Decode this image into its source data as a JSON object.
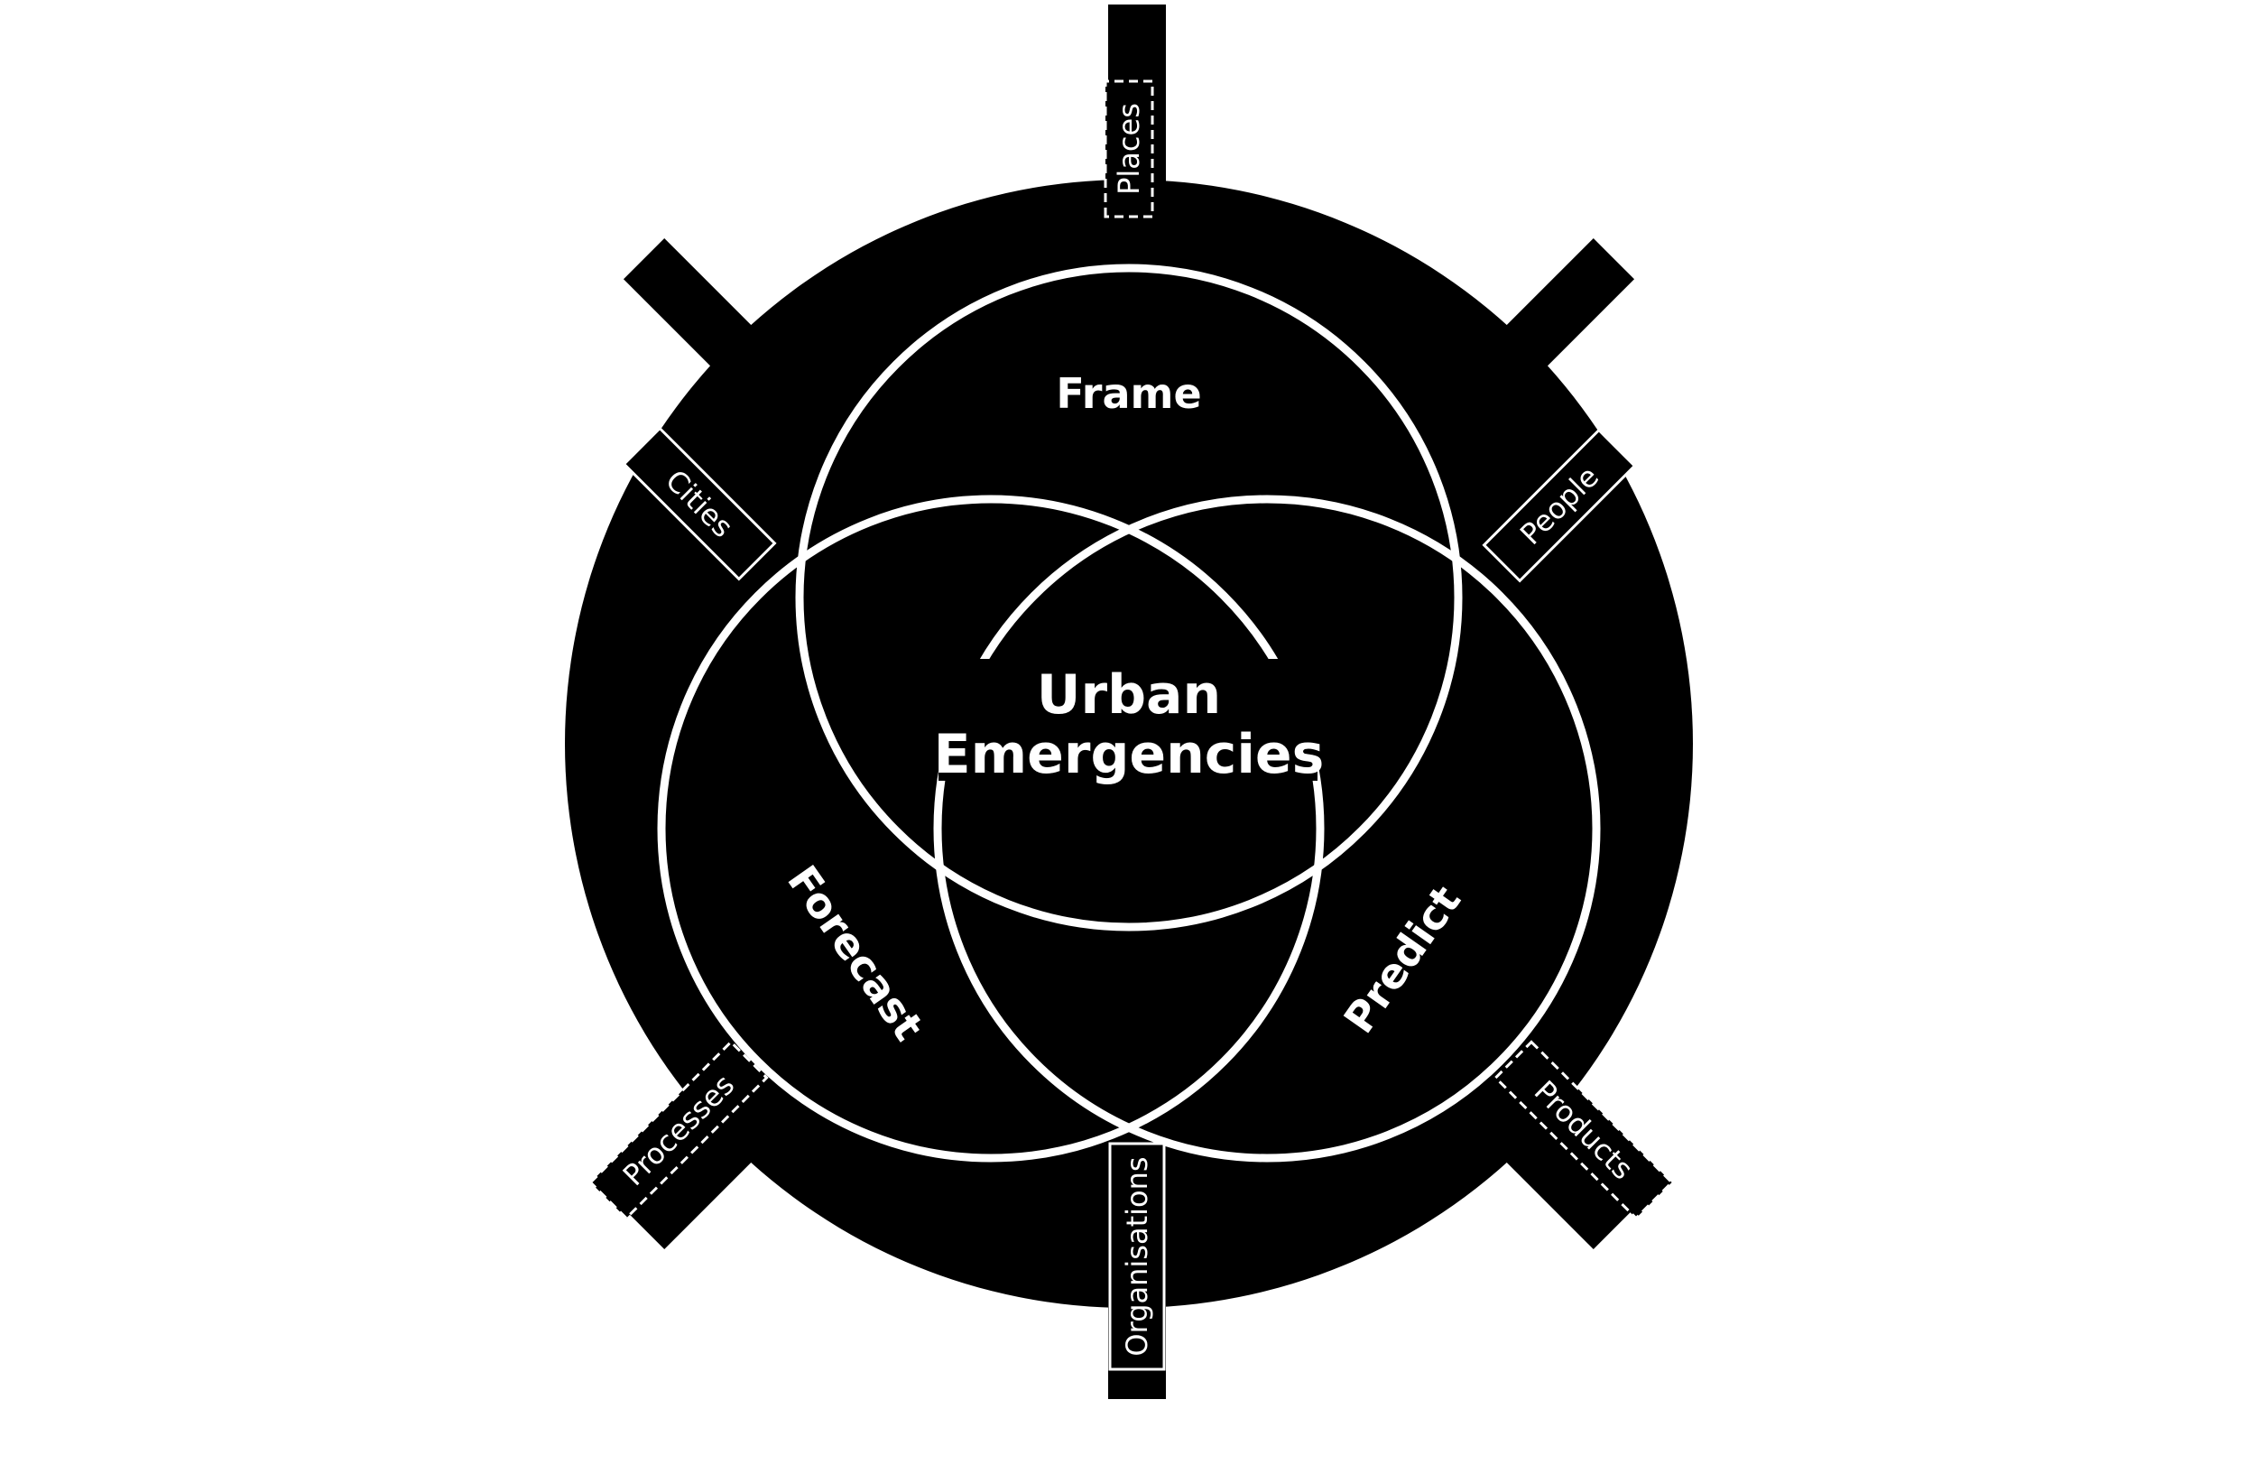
{
  "center_title_line1": "Urban",
  "center_title_line2": "Emergencies",
  "circles": {
    "top": "Frame",
    "left": "Forecast",
    "right": "Predict"
  },
  "tabs": {
    "top": "Places",
    "top_left": "Cities",
    "top_right": "People",
    "bottom_left": "Processes",
    "bottom": "Organisations",
    "bottom_right": "Products"
  },
  "colors": {
    "disc": "#000000",
    "ink": "#ffffff",
    "background": "#ffffff"
  }
}
